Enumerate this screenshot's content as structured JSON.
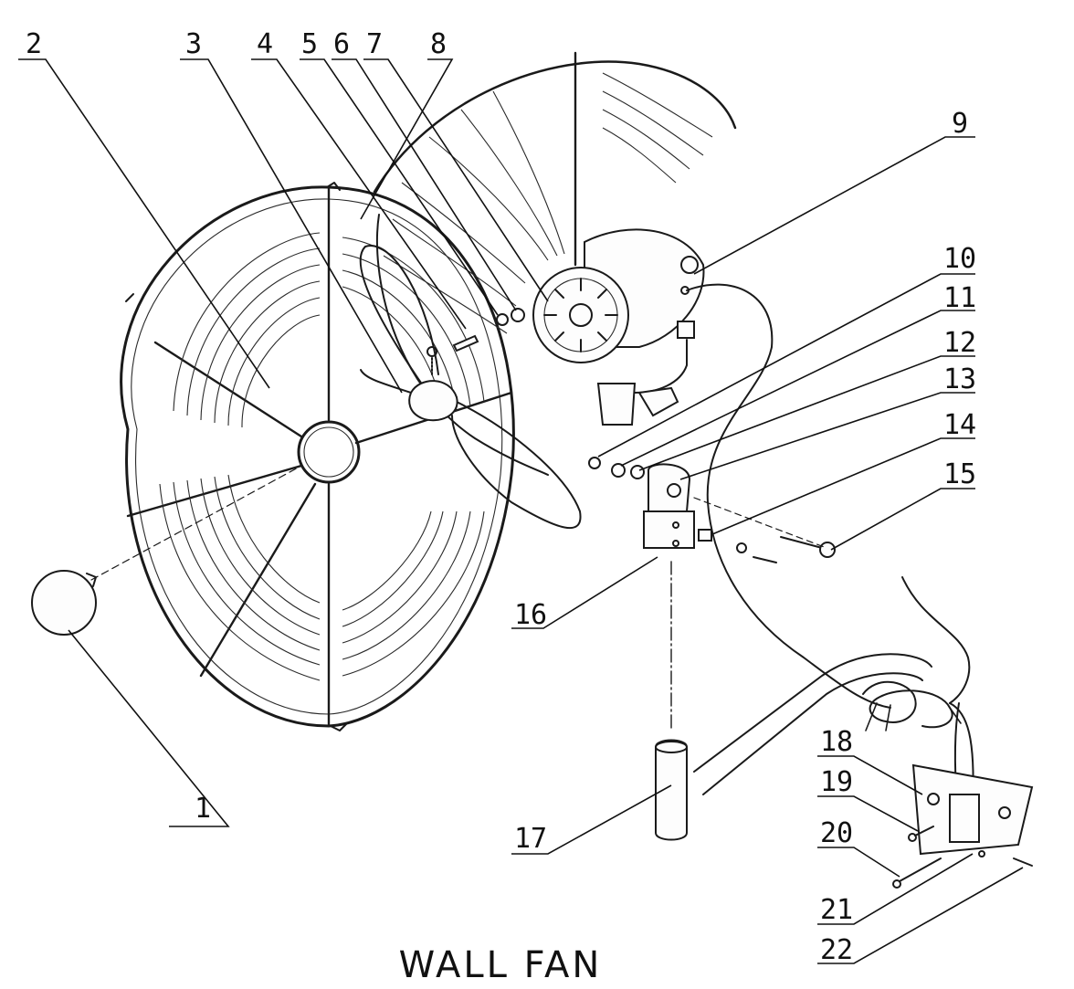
{
  "title": "WALL FAN",
  "callouts": [
    "1",
    "2",
    "3",
    "4",
    "5",
    "6",
    "7",
    "8",
    "9",
    "10",
    "11",
    "12",
    "13",
    "14",
    "15",
    "16",
    "17",
    "18",
    "19",
    "20",
    "21",
    "22"
  ]
}
